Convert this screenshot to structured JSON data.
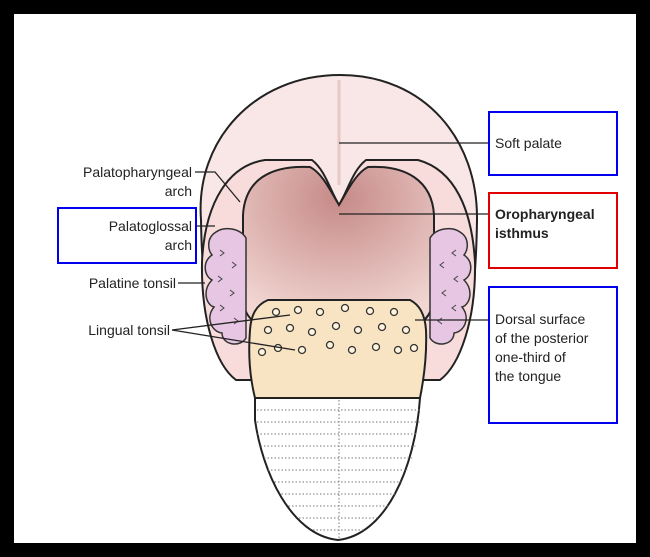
{
  "labels": {
    "palatopharyngeal_arch_line1": "Palatopharyngeal",
    "palatopharyngeal_arch_line2": "arch",
    "palatoglossal_arch_line1": "Palatoglossal",
    "palatoglossal_arch_line2": "arch",
    "palatine_tonsil": "Palatine tonsil",
    "lingual_tonsil": "Lingual tonsil",
    "soft_palate": "Soft palate",
    "oropharyngeal_isthmus_line1": "Oropharyngeal",
    "oropharyngeal_isthmus_line2": "isthmus",
    "dorsal_surface_line1": "Dorsal surface",
    "dorsal_surface_line2": "of the posterior",
    "dorsal_surface_line3": "one-third of",
    "dorsal_surface_line4": "the tongue"
  },
  "colors": {
    "frame": "#000000",
    "soft_palate": "#f9e6e6",
    "isthmus_dark": "#c68a88",
    "isthmus_light": "#f1d6d2",
    "tonsil": "#e6c6e2",
    "lingual_tonsil_area": "#f8e4c2",
    "tongue": "#ffffff",
    "highlight_blue": "#0000ee",
    "highlight_red": "#e00000"
  }
}
